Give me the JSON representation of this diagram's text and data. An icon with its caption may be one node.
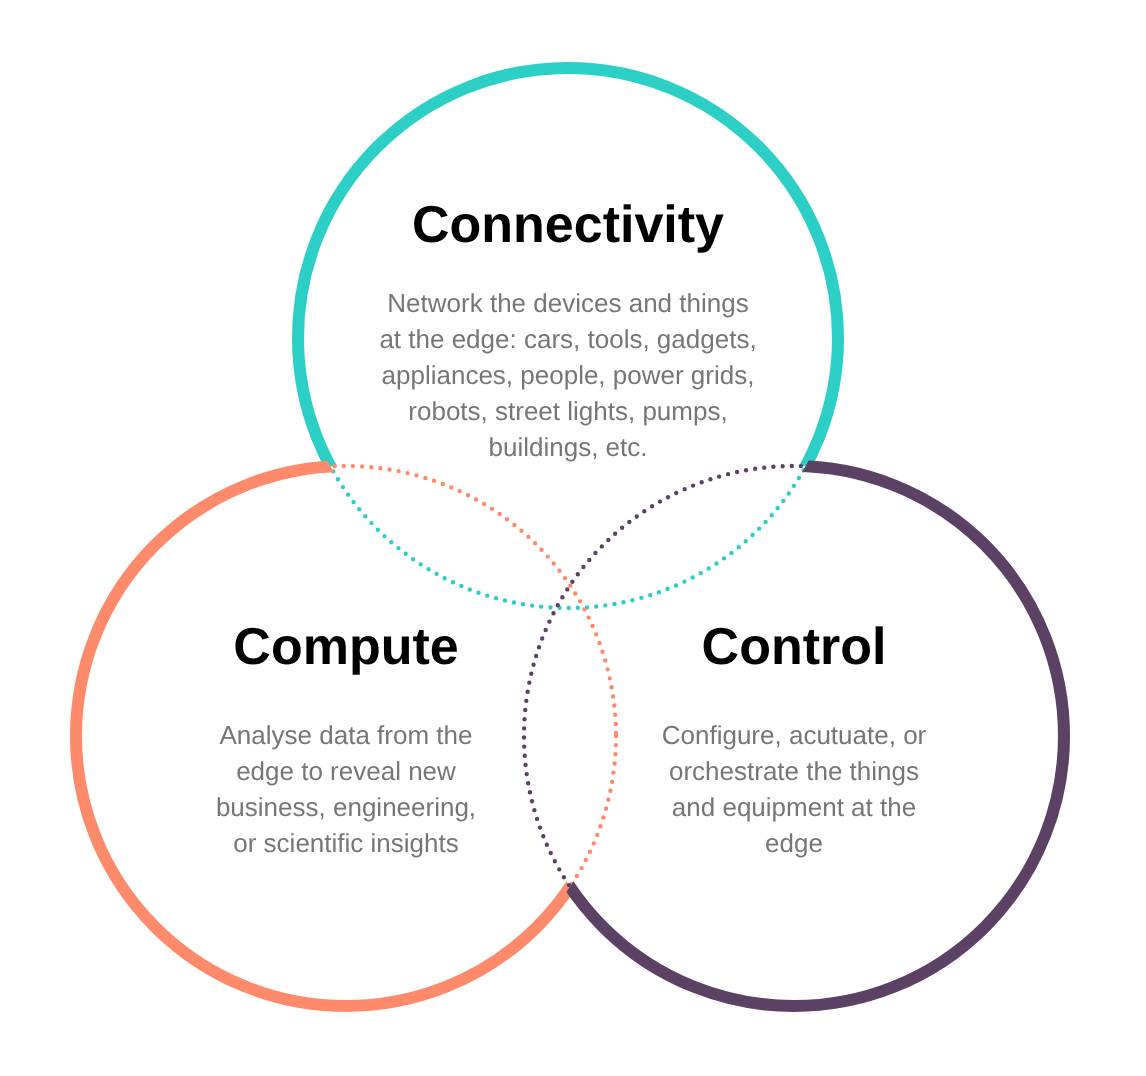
{
  "diagram": {
    "nodes": [
      {
        "text": [
          "Connectivity",
          "Network the devices and things at the edge: cars, tools, gadgets, appliances, people, power grids, robots, street lights, pumps, buildings, etc."
        ]
      },
      {
        "text": [
          "Compute",
          "Analyse data from the edge to reveal new business, engineering, or scientific insights"
        ]
      },
      {
        "text": [
          "Control",
          "Configure, acutuate, or orchestrate the things and equipment at the edge"
        ]
      }
    ]
  }
}
